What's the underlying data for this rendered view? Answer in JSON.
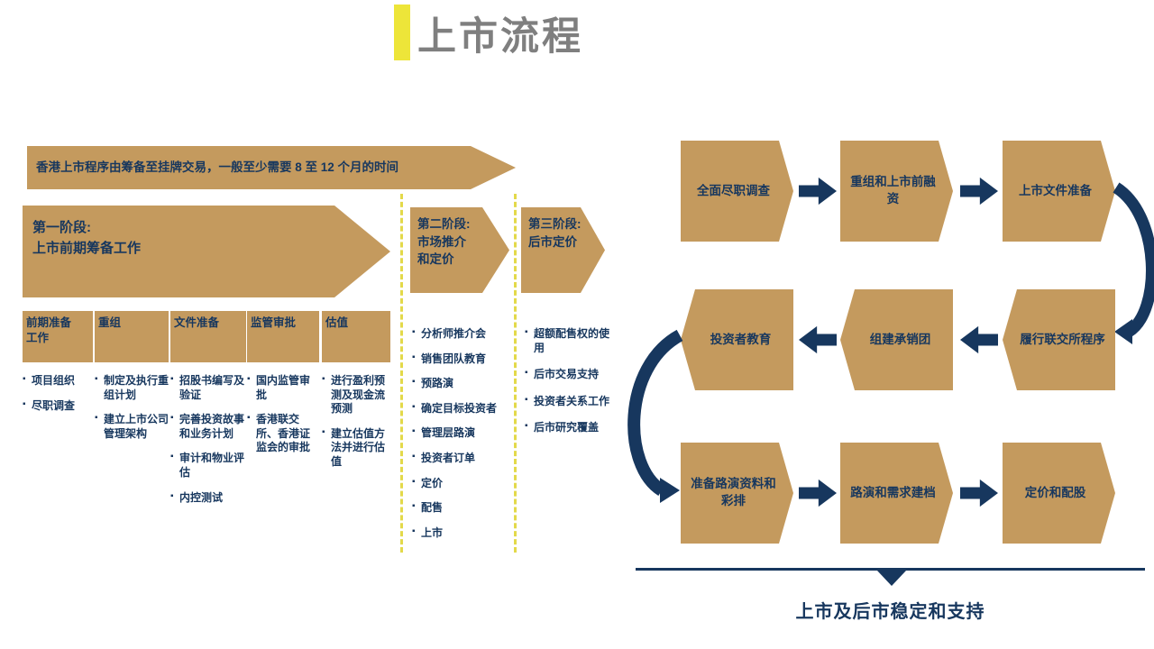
{
  "slide": {
    "title": "上市流程"
  },
  "colors": {
    "tan": "#C49A5E",
    "navy": "#17375E",
    "yellow": "#EDE539",
    "title_gray": "#7F7F7F"
  },
  "timeline": {
    "duration_banner": "香港上市程序由筹备至挂牌交易，一般至少需要 8 至 12 个月的时间",
    "phase1": {
      "label": "第一阶段:\n上市前期筹备工作",
      "columns": [
        {
          "header": "前期准备\n工作",
          "items": [
            "项目组织",
            "尽职调查"
          ]
        },
        {
          "header": "重组",
          "items": [
            "制定及执行重组计划",
            "建立上市公司管理架构"
          ]
        },
        {
          "header": "文件准备",
          "items": [
            "招股书编写及验证",
            "完善投资故事和业务计划",
            "审计和物业评估",
            "内控测试"
          ]
        },
        {
          "header": "监管审批",
          "items": [
            "国内监管审批",
            "香港联交所、香港证监会的审批"
          ]
        },
        {
          "header": "估值",
          "items": [
            "进行盈利预测及现金流预测",
            "建立估值方法并进行估值"
          ]
        }
      ]
    },
    "phase2": {
      "label": "第二阶段:\n市场推介\n和定价",
      "items": [
        "分析师推介会",
        "销售团队教育",
        "预路演",
        "确定目标投资者",
        "管理层路演",
        "投资者订单",
        "定价",
        "配售",
        "上市"
      ]
    },
    "phase3": {
      "label": "第三阶段:\n后市定价",
      "items": [
        "超额配售权的使用",
        "后市交易支持",
        "投资者关系工作",
        "后市研究覆盖"
      ]
    }
  },
  "flow": {
    "row1": [
      "全面尽职调查",
      "重组和上市前融资",
      "上市文件准备"
    ],
    "row2": [
      "投资者教育",
      "组建承销团",
      "履行联交所程序"
    ],
    "row3": [
      "准备路演资料和彩排",
      "路演和需求建档",
      "定价和配股"
    ],
    "footer": "上市及后市稳定和支持"
  }
}
